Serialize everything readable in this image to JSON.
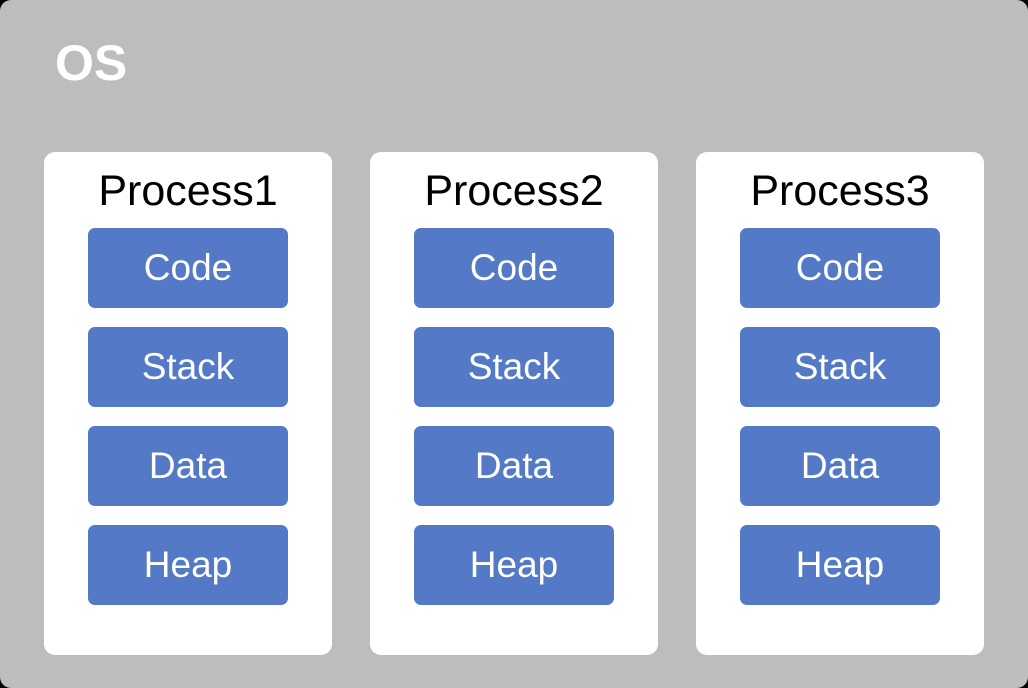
{
  "diagram": {
    "title": "OS",
    "background_color": "#bdbdbd",
    "canvas_color": "#000000",
    "card_color": "#ffffff",
    "segment_color": "#5479c6",
    "title_color": "#ffffff",
    "process_title_color": "#000000",
    "segment_label_color": "#ffffff",
    "processes": [
      {
        "name": "Process1",
        "segments": [
          {
            "label": "Code"
          },
          {
            "label": "Stack"
          },
          {
            "label": "Data"
          },
          {
            "label": "Heap"
          }
        ]
      },
      {
        "name": "Process2",
        "segments": [
          {
            "label": "Code"
          },
          {
            "label": "Stack"
          },
          {
            "label": "Data"
          },
          {
            "label": "Heap"
          }
        ]
      },
      {
        "name": "Process3",
        "segments": [
          {
            "label": "Code"
          },
          {
            "label": "Stack"
          },
          {
            "label": "Data"
          },
          {
            "label": "Heap"
          }
        ]
      }
    ]
  }
}
